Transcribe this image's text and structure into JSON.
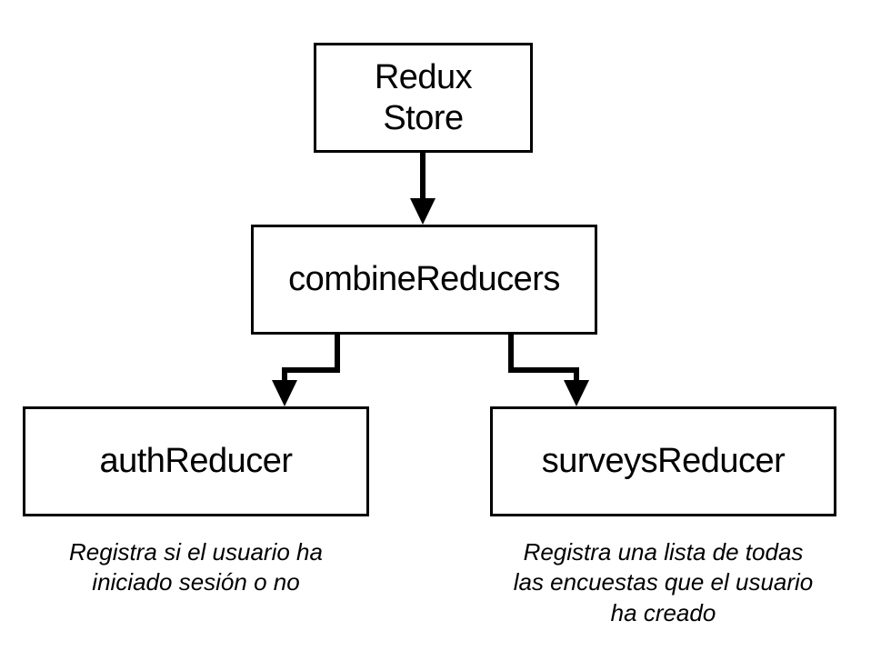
{
  "nodes": {
    "store": {
      "line1": "Redux",
      "line2": "Store"
    },
    "combine": {
      "label": "combineReducers"
    },
    "auth": {
      "label": "authReducer"
    },
    "surveys": {
      "label": "surveysReducer"
    }
  },
  "notes": {
    "auth": {
      "line1": "Registra si el usuario ha",
      "line2": "iniciado sesión o no"
    },
    "surveys": {
      "line1": "Registra una lista de todas",
      "line2": "las encuestas que el usuario",
      "line3": "ha creado"
    }
  },
  "colors": {
    "stroke": "#000000",
    "fill": "#ffffff"
  }
}
